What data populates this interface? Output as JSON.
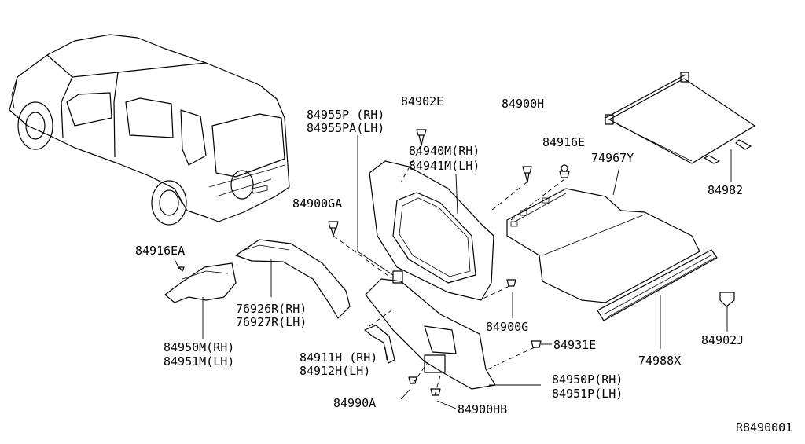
{
  "diagram_id": "R8490001",
  "labels": {
    "p84955": [
      "84955P (RH)",
      "84955PA(LH)"
    ],
    "p84902E": "84902E",
    "p84900H": "84900H",
    "p84940": [
      "84940M(RH)",
      "84941M(LH)"
    ],
    "p84916E": "84916E",
    "p74967Y": "74967Y",
    "p84982": "84982",
    "p84900GA": "84900GA",
    "p84916EA": "84916EA",
    "p76926": [
      "76926R(RH)",
      "76927R(LH)"
    ],
    "p84950M": [
      "84950M(RH)",
      "84951M(LH)"
    ],
    "p84900G": "84900G",
    "p84931E": "84931E",
    "p84911H": [
      "84911H (RH)",
      "84912H(LH)"
    ],
    "p84950P": [
      "84950P(RH)",
      "84951P(LH)"
    ],
    "p84990A": "84990A",
    "p84900HB": "84900HB",
    "p74988X": "74988X",
    "p84902J": "84902J"
  }
}
